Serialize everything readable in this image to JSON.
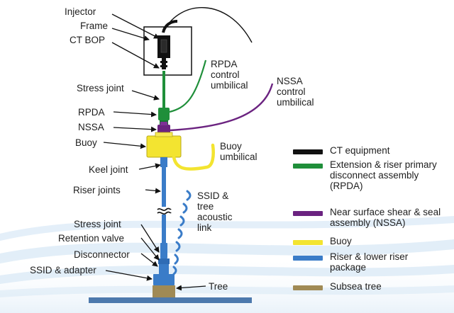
{
  "labels": {
    "injector": "Injector",
    "frame": "Frame",
    "ct_bop": "CT BOP",
    "stress_joint_top": "Stress joint",
    "rpda": "RPDA",
    "nssa": "NSSA",
    "buoy": "Buoy",
    "keel_joint": "Keel joint",
    "riser_joints": "Riser joints",
    "stress_joint_bottom": "Stress joint",
    "retention_valve": "Retention valve",
    "disconnector": "Disconnector",
    "ssid_adapter": "SSID & adapter",
    "tree": "Tree",
    "rpda_umbilical": "RPDA control umbilical",
    "nssa_umbilical": "NSSA control umbilical",
    "buoy_umbilical": "Buoy umbilical",
    "ssid_link": "SSID & tree acoustic link"
  },
  "legend": [
    {
      "label": "CT equipment",
      "color": "#111111"
    },
    {
      "label": "Extension & riser primary disconnect assembly (RPDA)",
      "color": "#1f8f3a"
    },
    {
      "label": "Near surface shear & seal assembly (NSSA)",
      "color": "#6b2380"
    },
    {
      "label": "Buoy",
      "color": "#f3e430"
    },
    {
      "label": "Riser & lower riser package",
      "color": "#3a7cc8"
    },
    {
      "label": "Subsea tree",
      "color": "#a08a55"
    }
  ]
}
